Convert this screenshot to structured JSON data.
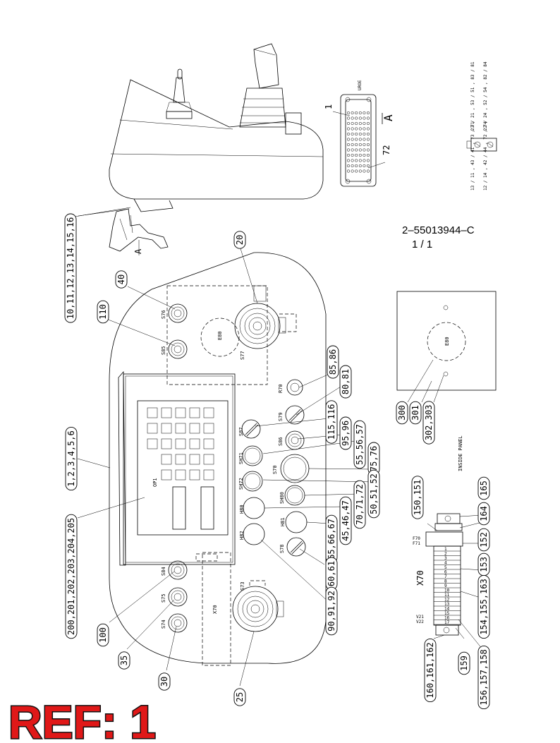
{
  "doc": {
    "number": "2–55013944–C",
    "sheet": "1 / 1"
  },
  "ref_stamp": "REF: 1",
  "callouts": [
    {
      "id": "c1",
      "text": "10,11,12,13,14,15,16"
    },
    {
      "id": "c2",
      "text": "20"
    },
    {
      "id": "c3",
      "text": "40"
    },
    {
      "id": "c4",
      "text": "110"
    },
    {
      "id": "c5",
      "text": "1,2,3,4,5,6"
    },
    {
      "id": "c6",
      "text": "200,201,202,203,204,205"
    },
    {
      "id": "c7",
      "text": "100"
    },
    {
      "id": "c8",
      "text": "35"
    },
    {
      "id": "c9",
      "text": "30"
    },
    {
      "id": "c10",
      "text": "25"
    },
    {
      "id": "c11",
      "text": "85,86"
    },
    {
      "id": "c12",
      "text": "80,81"
    },
    {
      "id": "c13",
      "text": "115,116"
    },
    {
      "id": "c14",
      "text": "95,96"
    },
    {
      "id": "c15",
      "text": "55,56,57"
    },
    {
      "id": "c16",
      "text": "75,76"
    },
    {
      "id": "c17",
      "text": "50,51,52"
    },
    {
      "id": "c18",
      "text": "70,71,72"
    },
    {
      "id": "c19",
      "text": "45,46,47"
    },
    {
      "id": "c20",
      "text": "65,66,67"
    },
    {
      "id": "c21",
      "text": "60,61"
    },
    {
      "id": "c22",
      "text": "90,91,92"
    },
    {
      "id": "c23",
      "text": "300"
    },
    {
      "id": "c24",
      "text": "301"
    },
    {
      "id": "c25",
      "text": "302,303"
    },
    {
      "id": "c26",
      "text": "150,151"
    },
    {
      "id": "c27",
      "text": "165"
    },
    {
      "id": "c28",
      "text": "164"
    },
    {
      "id": "c29",
      "text": "152"
    },
    {
      "id": "c30",
      "text": "153"
    },
    {
      "id": "c31",
      "text": "154,155,163"
    },
    {
      "id": "c32",
      "text": "156,157,158"
    },
    {
      "id": "c33",
      "text": "159"
    },
    {
      "id": "c34",
      "text": "160,161,162"
    }
  ],
  "component_labels": {
    "s76": "S76",
    "s85": "S85",
    "e80": "E80",
    "s77": "S77",
    "r70": "R70",
    "s79": "S79",
    "s87": "S87",
    "s86": "S86",
    "sh71": "SH71",
    "s70": "S70",
    "sh72": "SH72",
    "sh80": "SH80",
    "h80": "H80",
    "h81": "H81",
    "h82": "H82",
    "s78": "S78",
    "op1": "OP1",
    "s84": "S84",
    "s75": "S75",
    "s74": "S74",
    "s73": "S73",
    "x70": "X70",
    "x70_big": "X70",
    "f70": "F70",
    "f71": "F71",
    "v21": "V21",
    "v22": "V22",
    "e80_panel": "E80",
    "connector_1": "1",
    "connector_72": "72",
    "view_a": "A",
    "view_a2": "A",
    "connector_title": "UROE"
  },
  "inside_panel_label": "INSIDE PANEL",
  "terminal_numbers": [
    "1",
    "2",
    "3",
    "4",
    "5",
    "6",
    "7",
    "8",
    "9",
    "10",
    "11",
    "12",
    "13",
    "14",
    "15",
    "16",
    "17"
  ],
  "terminal_rows": {
    "r1": "13 / 11 , 43 / 41 , 73 / 71",
    "r2": "12 / 14 , 42 / 44 , 72 / 74",
    "r3": "23 / 21 , 53 / 51 , 83 / 81",
    "r4": "22 / 24 , 52 / 54 , 82 / 84"
  }
}
